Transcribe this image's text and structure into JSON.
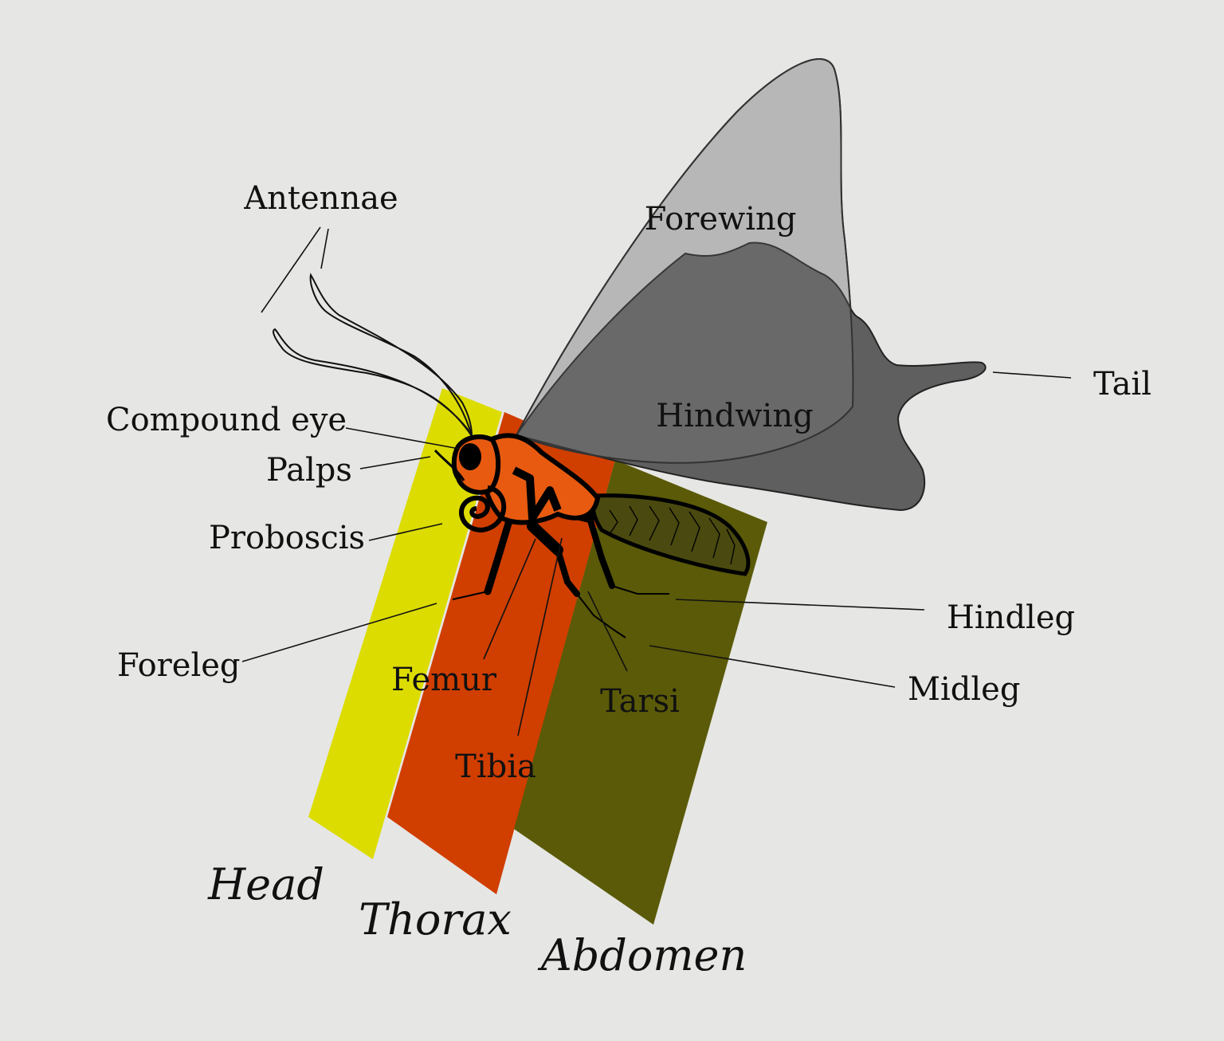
{
  "labels": {
    "antennae": "Antennae",
    "forewing": "Forewing",
    "hindwing": "Hindwing",
    "tail": "Tail",
    "compound_eye": "Compound eye",
    "palps": "Palps",
    "proboscis": "Proboscis",
    "foreleg": "Foreleg",
    "femur": "Femur",
    "tibia": "Tibia",
    "tarsi": "Tarsi",
    "hindleg": "Hindleg",
    "midleg": "Midleg"
  },
  "segments": {
    "head": "Head",
    "thorax": "Thorax",
    "abdomen": "Abdomen"
  },
  "colors": {
    "background": "#e6e6e4",
    "head_band": "#dcdc00",
    "thorax_band": "#d03e00",
    "abdomen_band": "#5a5a08",
    "forewing": "#bdbdbd",
    "hindwing": "#5a5a5a",
    "body": "#e85a10"
  }
}
